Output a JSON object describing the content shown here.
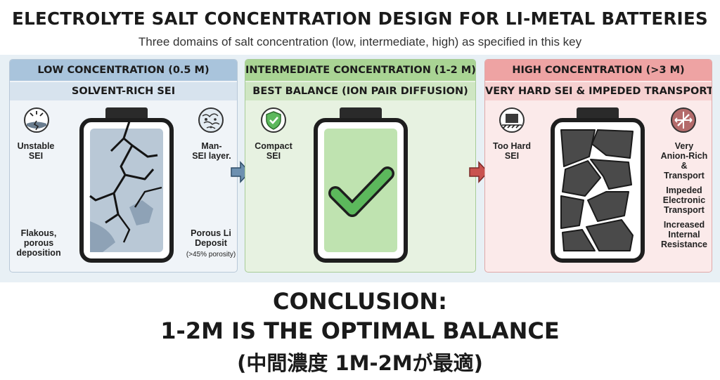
{
  "title": "ELECTROLYTE SALT CONCENTRATION DESIGN FOR LI-METAL BATTERIES",
  "subtitle": "Three domains of salt concentration (low, intermediate, high) as specified in this key",
  "colors": {
    "low": "#a9c4dc",
    "intermediate": "#a9d494",
    "high": "#eea3a3",
    "check": "#5cb85c",
    "arrow_low": "#5a7fa0",
    "arrow_high": "#c0504d"
  },
  "panels": {
    "low": {
      "header": "LOW CONCENTRATION (0.5 M)",
      "subheader": "SOLVENT-RICH SEI",
      "labels": {
        "top_left": [
          "Unstable",
          "SEI"
        ],
        "top_right": [
          "Man-",
          "SEI layer."
        ],
        "bottom_left": [
          "Flakous,",
          "porous",
          "deposition"
        ],
        "bottom_right": [
          "Porous Li",
          "Deposit"
        ],
        "bottom_right_note": "(>45% porosity)"
      },
      "icons": [
        "cracked-sei-icon",
        "porous-sphere-icon"
      ]
    },
    "intermediate": {
      "header": "INTERMEDIATE CONCENTRATION (1-2 M)",
      "subheader": "BEST BALANCE (ION PAIR DIFFUSION)",
      "labels": {
        "top_left": [
          "Compact",
          "SEI"
        ]
      },
      "icons": [
        "shield-check-icon"
      ]
    },
    "high": {
      "header": "HIGH CONCENTRATION (>3 M)",
      "subheader": "VERY HARD SEI & IMPEDED TRANSPORT",
      "labels": {
        "top_left": [
          "Too Hard",
          "SEI"
        ],
        "right": [
          "Very",
          "Anion-Rich",
          "&",
          "Transport",
          "",
          "Impeded",
          "Electronic",
          "Transport",
          "",
          "Increased",
          "Internal",
          "Resistance"
        ]
      },
      "icons": [
        "hard-block-icon",
        "impeded-transport-icon"
      ]
    }
  },
  "conclusion": {
    "line1": "CONCLUSION:",
    "line2": "1-2M IS THE OPTIMAL BALANCE",
    "line3": "(中間濃度 1M-2Mが最適)"
  }
}
